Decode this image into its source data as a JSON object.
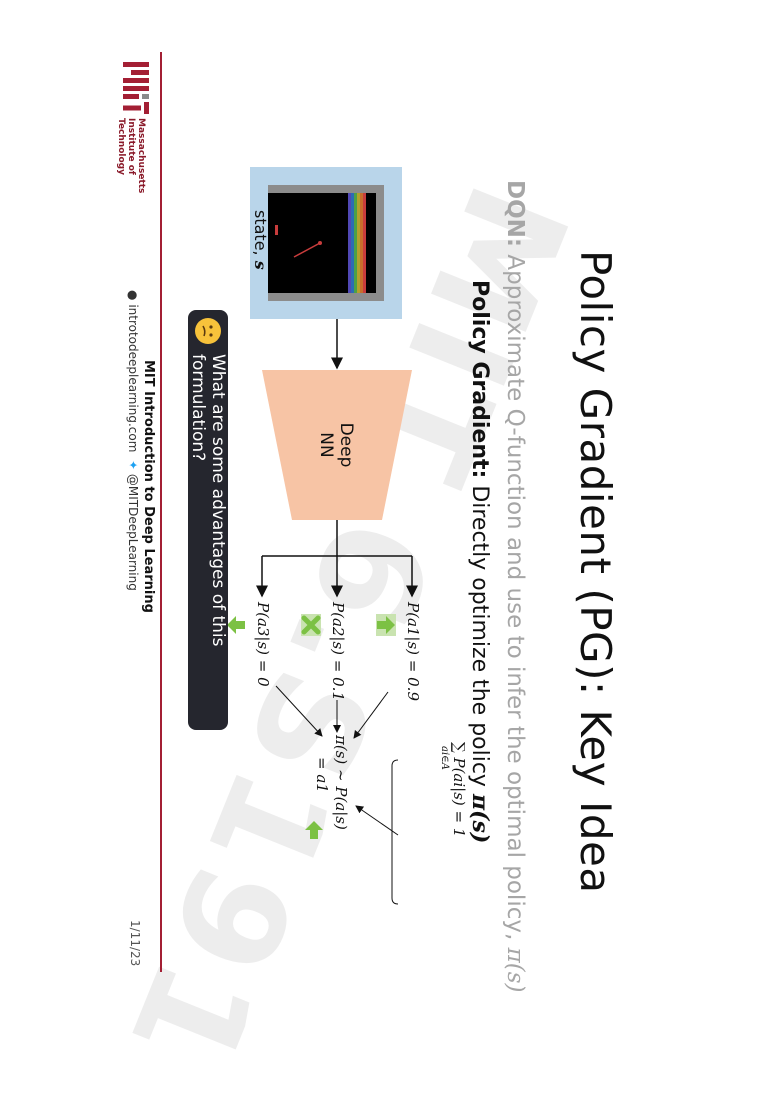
{
  "slide": {
    "title": "Policy Gradient (PG): Key Idea",
    "dqn_label": "DQN:",
    "dqn_text": "Approximate Q-function and use to infer the optimal policy,",
    "dqn_symbol": "π(s)",
    "pg_label": "Policy Gradient:",
    "pg_text": "Directly optimize the policy",
    "pg_symbol": "π(s)",
    "watermark": "MIT 6.S191"
  },
  "diagram": {
    "state_label": "state,",
    "state_symbol": "s",
    "network_line1": "Deep",
    "network_line2": "NN",
    "probabilities": [
      {
        "label": "P(a1|s) = 0.9",
        "icon": "arrow-up-icon",
        "color": "#7cc144"
      },
      {
        "label": "P(a2|s) = 0.1",
        "icon": "cross-icon",
        "color": "#7cc144"
      },
      {
        "label": "P(a3|s) = 0",
        "icon": "arrow-down-icon",
        "color": "#7cc144"
      }
    ],
    "policy_line1": "π(s) ~ P(a|s)",
    "policy_line2": "= a1",
    "sum_label": "∑ P(ai|s) = 1",
    "sum_subscript": "ai∈A"
  },
  "question": {
    "text": "What are some advantages of this formulation?",
    "icon": "thinking-face-icon"
  },
  "footer": {
    "course_title": "MIT Introduction to Deep Learning",
    "website": "introtodeeplearning.com",
    "twitter": "@MITDeepLearning",
    "date": "1/11/23",
    "institute_line1": "Massachusetts",
    "institute_line2": "Institute of",
    "institute_line3": "Technology",
    "logo_text": "MIT"
  },
  "colors": {
    "accent": "#a31f34",
    "nn_fill": "#f7c4a5",
    "frame_fill": "#b9d5ea",
    "question_bg": "#25262e"
  }
}
